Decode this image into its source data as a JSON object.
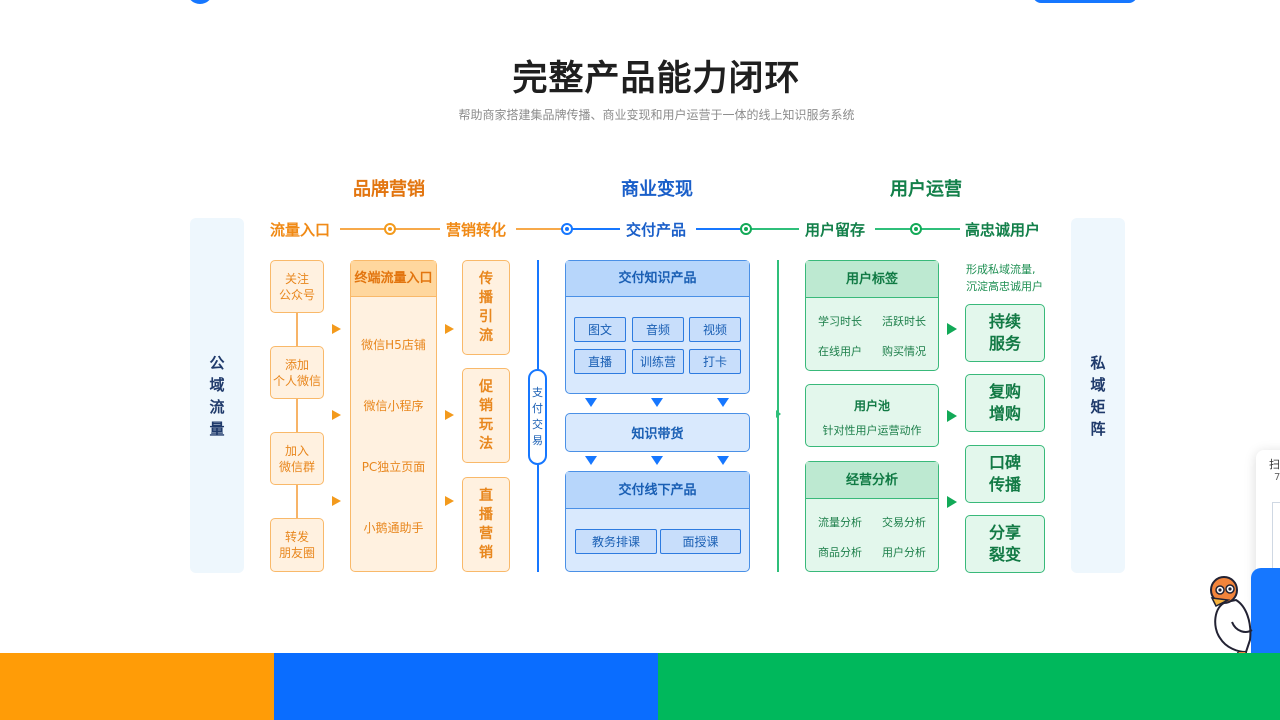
{
  "header": {
    "title": "完整产品能力闭环",
    "subtitle": "帮助商家搭建集品牌传播、商业变现和用户运营于一体的线上知识服务系统"
  },
  "sections": {
    "brand": "品牌营销",
    "commerce": "商业变现",
    "user_ops": "用户运营"
  },
  "left_panel": "公域流量",
  "right_panel": "私域矩阵",
  "stages": {
    "traffic_entry": "流量入口",
    "marketing_convert": "营销转化",
    "deliver_product": "交付产品",
    "user_retention": "用户留存",
    "loyal_users": "高忠诚用户"
  },
  "traffic_sources": [
    "关注\n公众号",
    "添加\n个人微信",
    "加入\n微信群",
    "转发\n朋友圈"
  ],
  "terminal": {
    "title": "终端流量入口",
    "items": [
      "微信H5店铺",
      "微信小程序",
      "PC独立页面",
      "小鹅通助手"
    ]
  },
  "conversion": [
    "传播引流",
    "促销玩法",
    "直播营销"
  ],
  "payment": "支付交易",
  "knowledge_product": {
    "title": "交付知识产品",
    "chips": [
      "图文",
      "音频",
      "视频",
      "直播",
      "训练营",
      "打卡"
    ]
  },
  "knowledge_goods": "知识带货",
  "offline_product": {
    "title": "交付线下产品",
    "chips": [
      "教务排课",
      "面授课"
    ]
  },
  "user_tags": {
    "title": "用户标签",
    "items": [
      "学习时长",
      "活跃时长",
      "在线用户",
      "购买情况"
    ]
  },
  "user_pool": {
    "title": "用户池",
    "desc": "针对性用户运营动作"
  },
  "biz_analysis": {
    "title": "经营分析",
    "items": [
      "流量分析",
      "交易分析",
      "商品分析",
      "用户分析"
    ]
  },
  "private_note": "形成私域流量,\n沉淀高忠诚用户",
  "loyal_outcomes": [
    "持续\n服务",
    "复购\n增购",
    "口碑\n传播",
    "分享\n裂变"
  ],
  "floating": {
    "label": "扫",
    "sub": "7"
  },
  "colors": {
    "orange": "#f39a1c",
    "blue": "#1677ff",
    "green": "#12a957",
    "band_orange": "#ff9c07",
    "band_blue": "#0a6dff",
    "band_green": "#00b85c"
  }
}
